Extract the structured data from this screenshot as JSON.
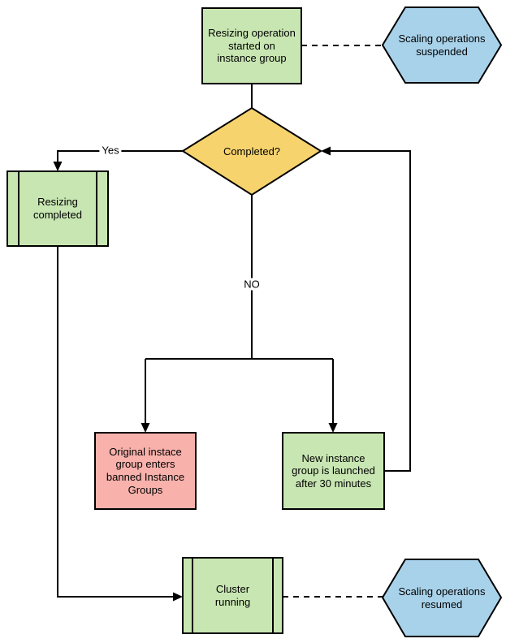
{
  "diagram": {
    "colors": {
      "process_green": "#c8e6b2",
      "terminator_blue": "#a8d2ea",
      "decision_yellow": "#f7d36e",
      "alert_pink": "#f8b1ab",
      "line_black": "#000000"
    },
    "nodes": {
      "start": {
        "type": "process",
        "label": "Resizing operation\nstarted on\ninstance group"
      },
      "suspended": {
        "type": "hexagon",
        "label": "Scaling operations\nsuspended"
      },
      "completed": {
        "type": "decision",
        "label": "Completed?"
      },
      "resizing_completed": {
        "type": "predefined-process",
        "label": "Resizing\ncompleted"
      },
      "banned": {
        "type": "process",
        "label": "Original instace\ngroup enters\nbanned Instance\nGroups"
      },
      "new_instance": {
        "type": "process",
        "label": "New instance\ngroup is launched\nafter 30 minutes"
      },
      "cluster": {
        "type": "predefined-process",
        "label": "Cluster\nrunning"
      },
      "resumed": {
        "type": "hexagon",
        "label": "Scaling operations\nresumed"
      }
    },
    "edge_labels": {
      "yes": "Yes",
      "no": "NO"
    }
  }
}
